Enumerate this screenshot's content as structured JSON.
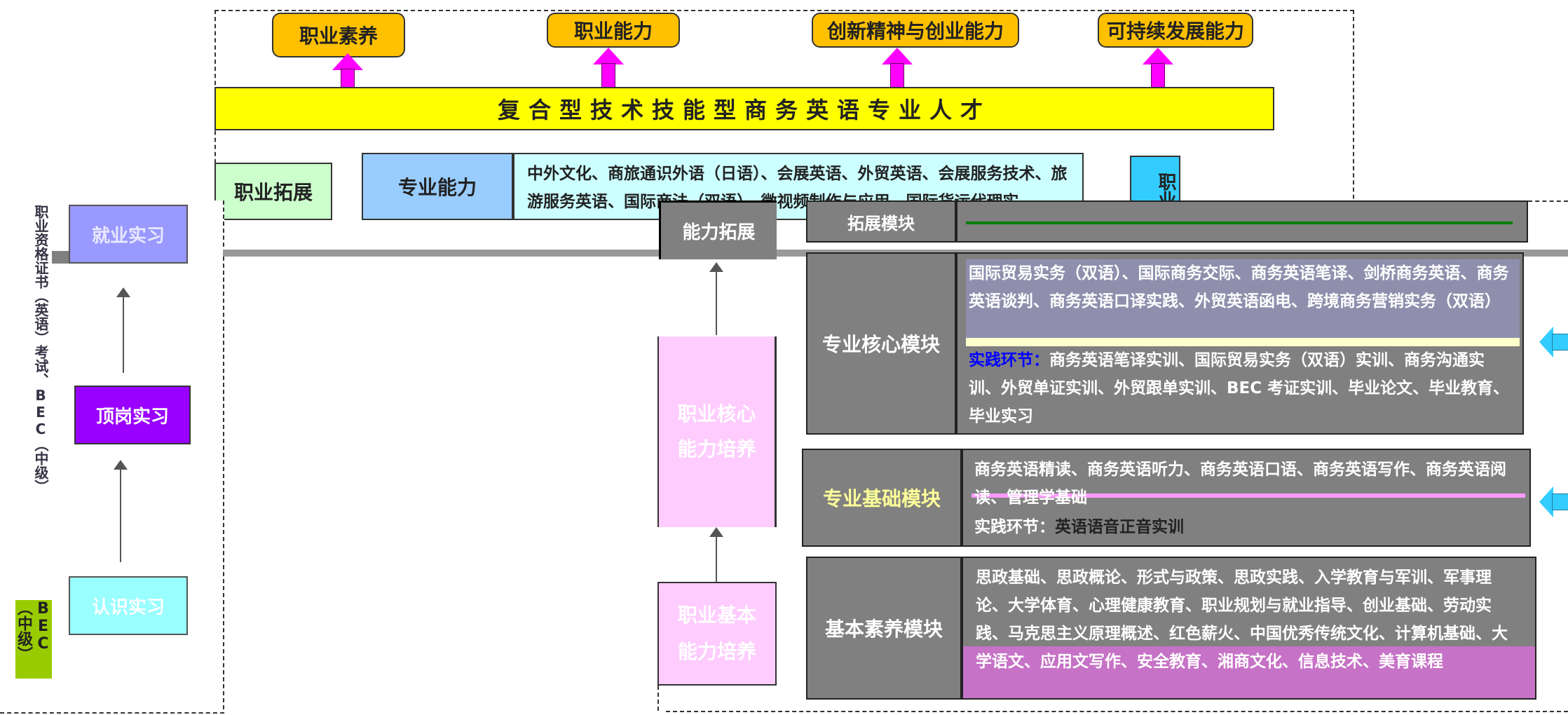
{
  "top": {
    "goals": [
      "职业素养",
      "职业能力",
      "创新精神与创业能力",
      "可持续发展能力"
    ],
    "banner": "复合型技术技能型商务英语专业人才",
    "career_expand": "职业拓展",
    "prof_ability": "专业能力",
    "prof_ability_courses": "中外文化、商旅通识外语（日语）、会展英语、外贸英语、会展服务技术、旅游服务英语、国际商法（双语）、微视频制作与应用、国际货运代理实",
    "right_vertical": "职业"
  },
  "left": {
    "side_label": "职业资格证书（英语）考试、BEC（中级）",
    "bec": "BEC（中级）",
    "internships": [
      "就业实习",
      "顶岗实习",
      "认识实习"
    ]
  },
  "middle": {
    "top_label": "能力拓展",
    "core": "职业核心能力培养",
    "basic": "职业基本能力培养"
  },
  "modules": {
    "expand": {
      "name": "拓展模块",
      "content": ""
    },
    "core": {
      "name": "专业核心模块",
      "courses": "国际贸易实务（双语）、国际商务交际、商务英语笔译、剑桥商务英语、商务英语谈判、商务英语口译实践、外贸英语函电、跨境商务营销实务（双语）",
      "practice_label": "实践环节：",
      "practice": "商务英语笔译实训、国际贸易实务（双语）实训、商务沟通实训、外贸单证实训、外贸跟单实训、BEC 考证实训、毕业论文、毕业教育、毕业实习"
    },
    "foundation": {
      "name": "专业基础模块",
      "courses": "商务英语精读、商务英语听力、商务英语口语、商务英语写作、商务英语阅读、管理学基础",
      "practice_label": "实践环节：",
      "practice": "英语语音正音实训"
    },
    "basic": {
      "name": "基本素养模块",
      "courses": "思政基础、思政概论、形式与政策、思政实践、入学教育与军训、军事理论、大学体育、心理健康教育、职业规划与就业指导、创业基础、劳动实践、马克思主义原理概述、红色薪火、中国优秀传统文化、计算机基础、大学语文、应用文写作、安全教育、湘商文化、信息技术、美育课程"
    }
  },
  "colors": {
    "gold": "#ffc000",
    "banner_yellow": "#ffff00",
    "magenta_arrow": "#ff00ff",
    "module_grey": "#808080",
    "pink": "#ffccff",
    "purple": "#9900ff",
    "lavender": "#9999ff",
    "cyan": "#99ffff",
    "lime": "#99cc00"
  }
}
